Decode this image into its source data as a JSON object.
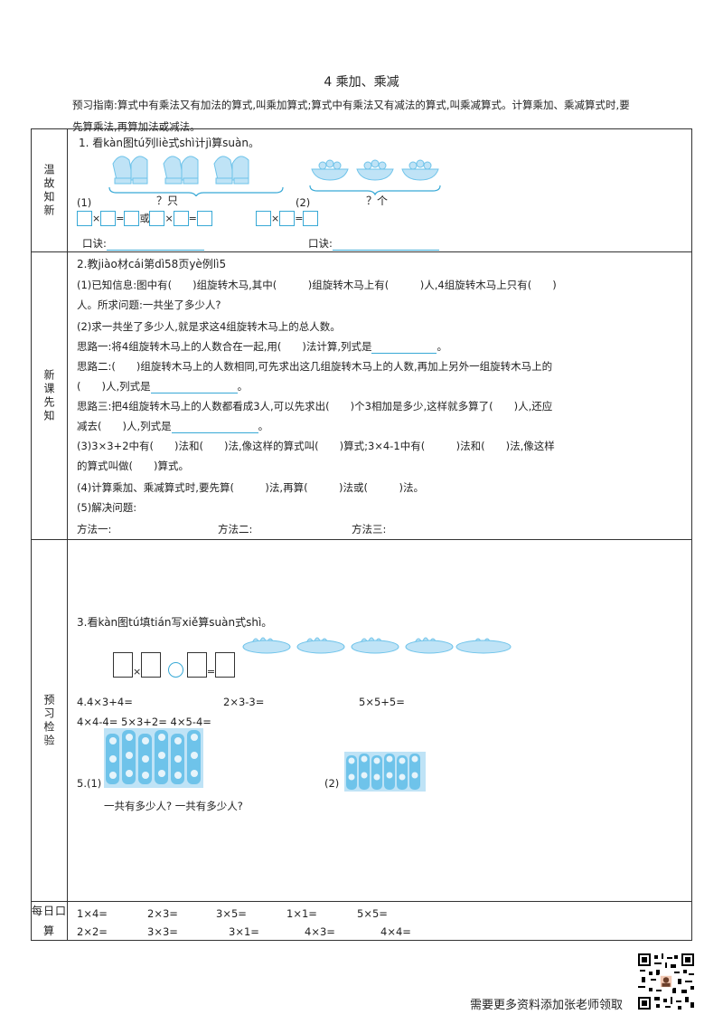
{
  "title": "4  乘加、乘减",
  "guide": {
    "line1": "预习指南:算式中有乘法又有加法的算式,叫乘加算式;算式中有乘法又有减法的算式,叫乘减算式。计算乘加、乘减算式时,要",
    "line2": "先算乘法,再算加法或减法。"
  },
  "sections": {
    "review": "温故知新",
    "new": "新课先知",
    "check": "预习检验",
    "daily": "每日口算"
  },
  "q1": {
    "heading": "1. 看kàn图tú列liè式shì计jì算suàn。",
    "p1": "(1)",
    "p1_q": "？只",
    "p2": "(2)",
    "p2_q": "？个",
    "times": "×",
    "eq": "=",
    "or": "或",
    "kj": "口诀:"
  },
  "q2": {
    "heading": "2.教jiào材cái第dì58页yè例lì5",
    "l1": "(1)已知信息:图中有(　　)组旋转木马,其中(　　　)组旋转木马上有(　　　)人,4组旋转木马上只有(　　)",
    "l2": "人。所求问题:一共坐了多少人?",
    "l3": "(2)求一共坐了多少人,就是求这4组旋转木马上的总人数。",
    "l4": "思路一:将4组旋转木马上的人数合在一起,用(　　)法计算,列式是",
    "l5": "思路二:(　　)组旋转木马上的人数相同,可先求出这几组旋转木马上的人数,再加上另外一组旋转木马上的",
    "l6": "(　　)人,列式是",
    "l7": "思路三:把4组旋转木马上的人数都看成3人,可以先求出(　　)个3相加是多少,这样就多算了(　　)人,还应",
    "l8": "减去(　　)人,列式是",
    "l9": "(3)3×3+2中有(　　)法和(　　)法,像这样的算式叫(　　)算式;3×4-1中有(　　　)法和(　　)法,像这样",
    "l10": "的算式叫做(　　)算式。",
    "l11": "(4)计算乘加、乘减算式时,要先算(　　　)法,再算(　　　)法或(　　　)法。",
    "l12": "(5)解决问题:",
    "m1": "方法一:",
    "m2": "方法二:",
    "m3": "方法三:",
    "period": "。"
  },
  "q3": {
    "heading": "3.看kàn图tú填tián写xiě算suàn式shì。",
    "times": "×",
    "eq": "="
  },
  "q4": {
    "a": "4.4×3+4=",
    "b": "2×3-3=",
    "c": "5×5+5=",
    "d": "4×4-4=  5×3+2=  4×5-4="
  },
  "q5": {
    "p1": "5.(1)",
    "p2": "(2)",
    "ask": "一共有多少人?    一共有多少人?"
  },
  "daily": {
    "row1": [
      "1×4=",
      "2×3=",
      "3×5=",
      "1×1=",
      "5×5="
    ],
    "row2": [
      "2×2=",
      "3×3=",
      "3×1=",
      "4×3=",
      "4×4="
    ]
  },
  "footer": "需要更多资料添加张老师领取",
  "colors": {
    "accent": "#38a9d6",
    "pic_light": "#bfe3f6",
    "pic_mid": "#6ec3ea"
  }
}
